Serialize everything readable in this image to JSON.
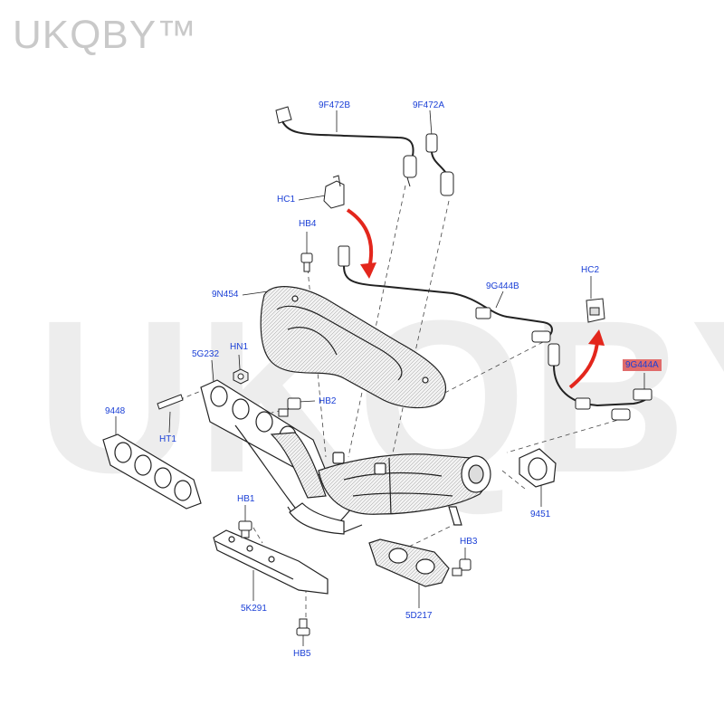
{
  "brand": {
    "name": "UKQBY™"
  },
  "watermark": {
    "text": "UKQBY™"
  },
  "colors": {
    "label": "#1a3fd6",
    "highlight": "#e06b6b",
    "arrow": "#e3261c",
    "line": "#222222"
  },
  "labels": {
    "p9F472B": "9F472B",
    "p9F472A": "9F472A",
    "HC1": "HC1",
    "HB4": "HB4",
    "p9N454": "9N454",
    "p9G444B": "9G444B",
    "HC2": "HC2",
    "p9G444A": "9G444A",
    "p5G232": "5G232",
    "HN1": "HN1",
    "HB2": "HB2",
    "p9448": "9448",
    "HT1": "HT1",
    "p9451": "9451",
    "HB1": "HB1",
    "HB3": "HB3",
    "p5K291": "5K291",
    "p5D217": "5D217",
    "HB5": "HB5"
  }
}
